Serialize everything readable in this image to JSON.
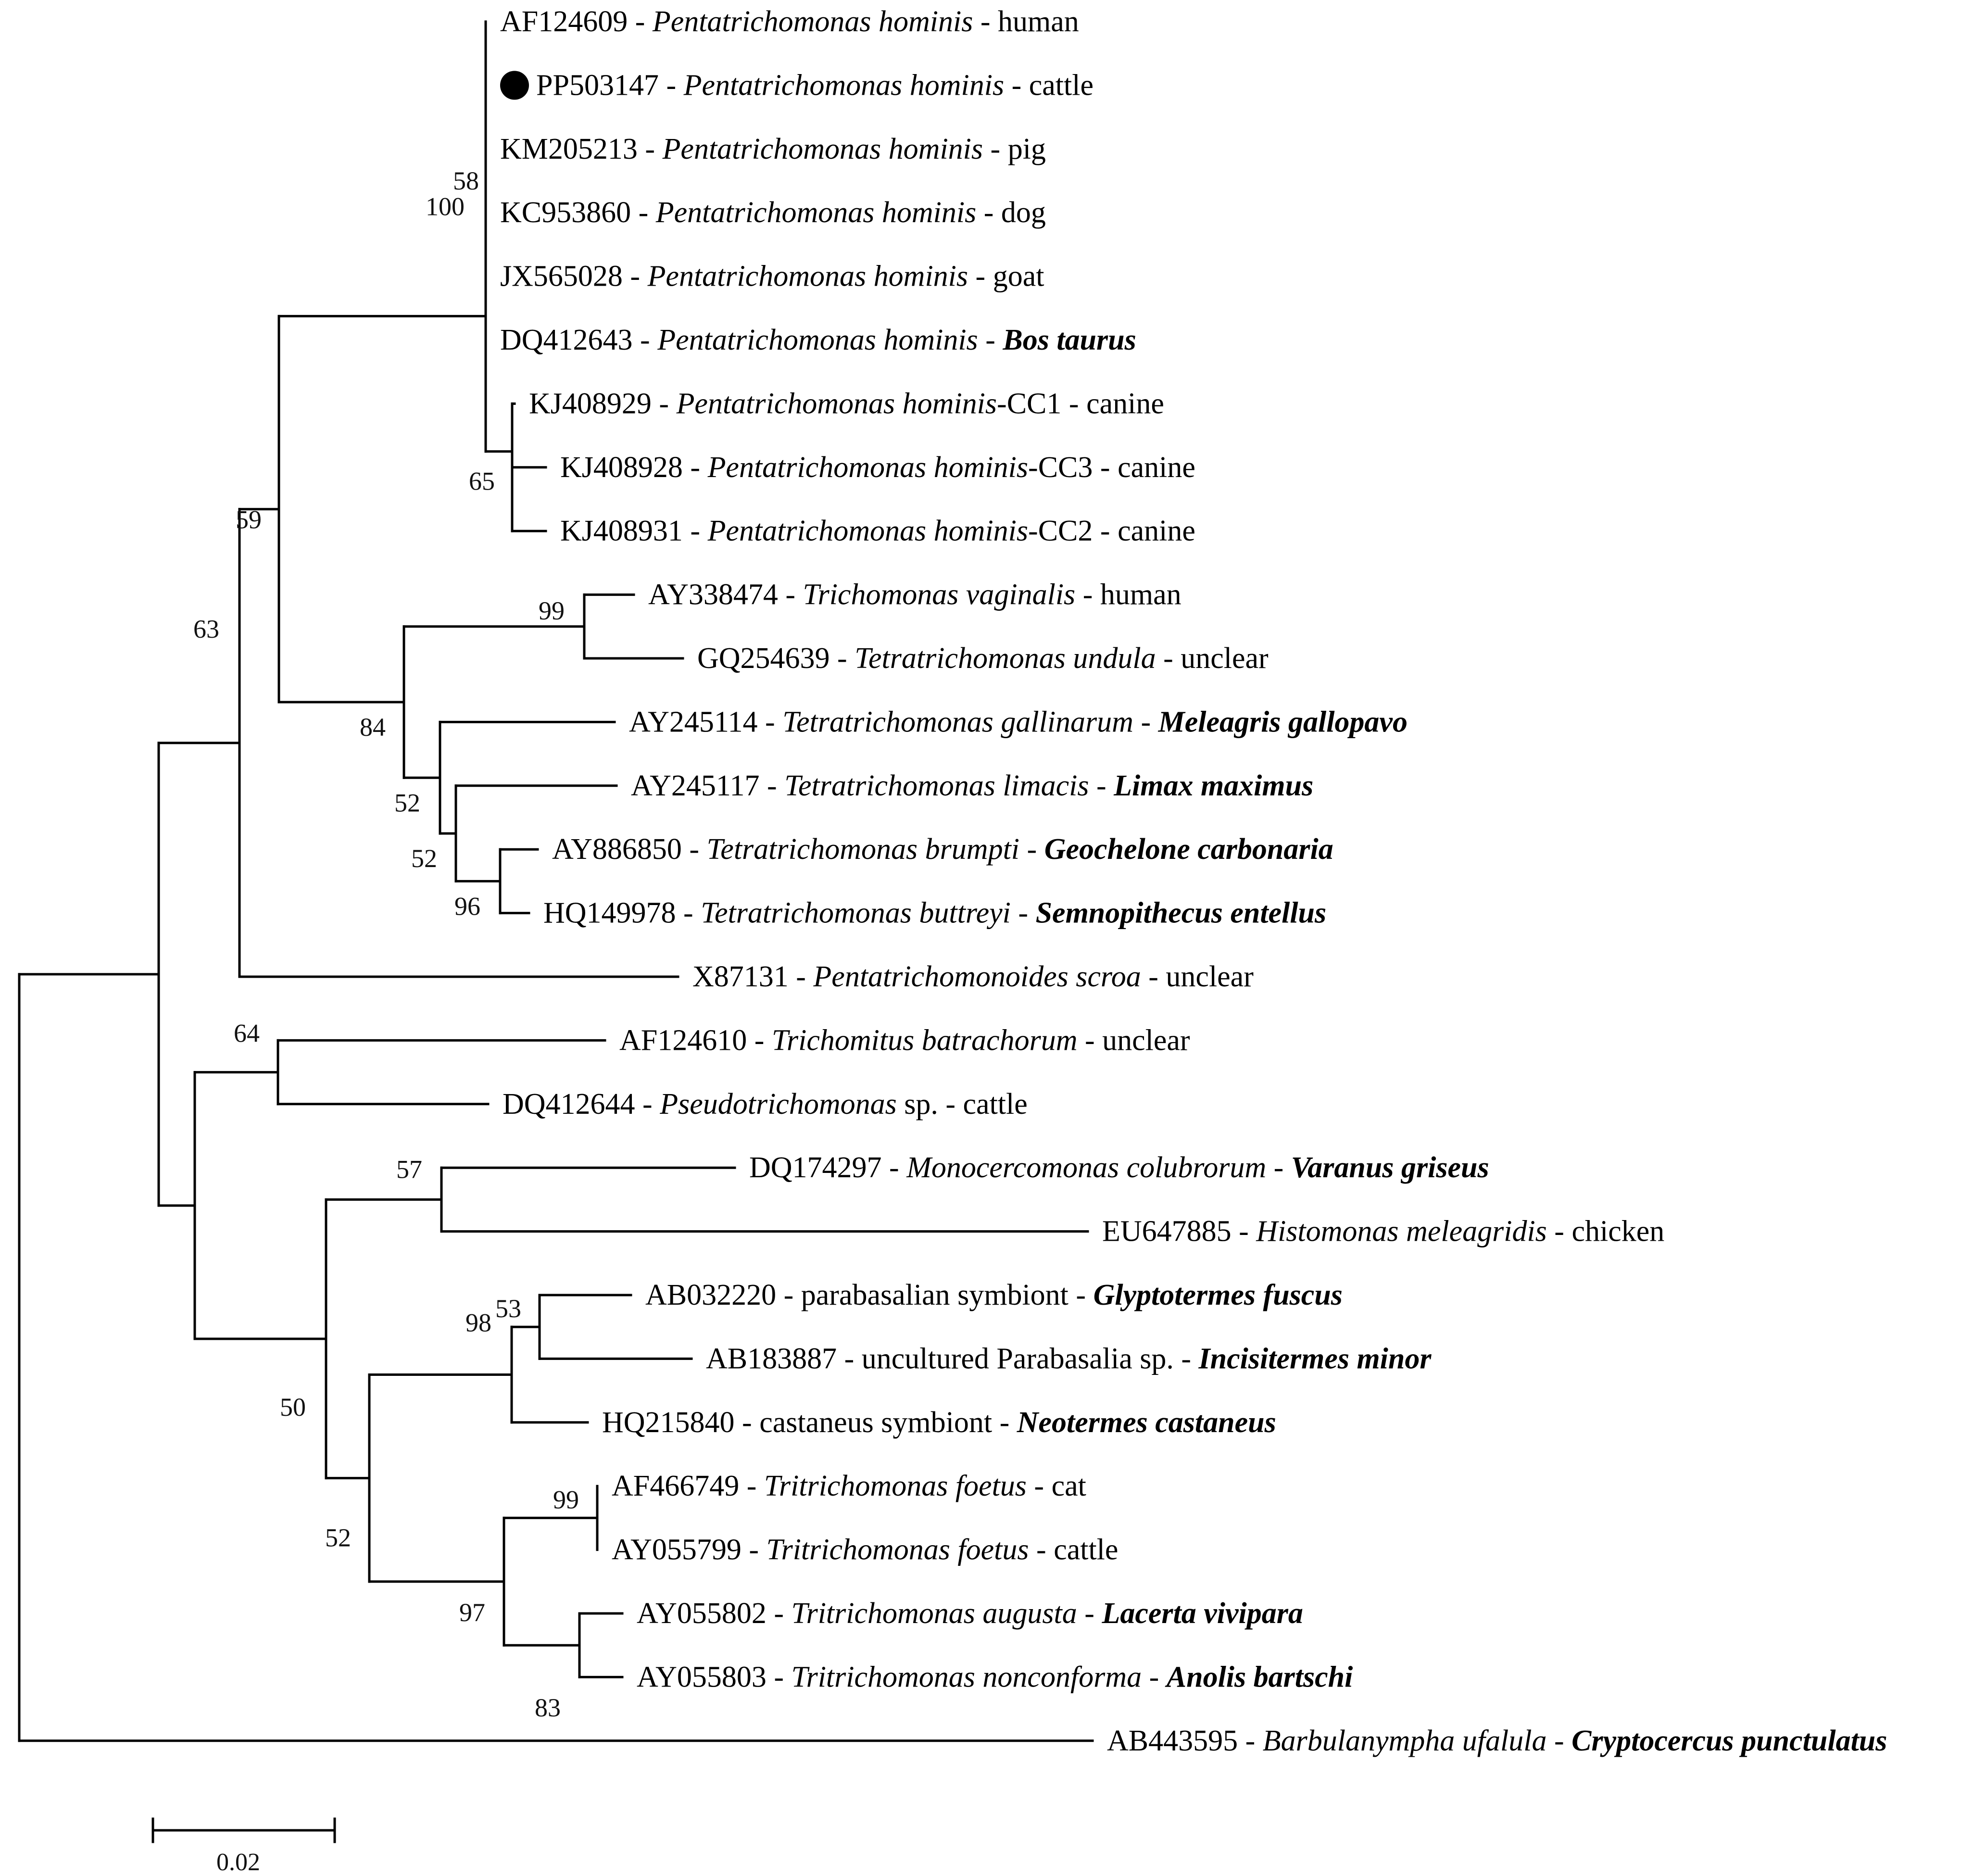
{
  "tree": {
    "taxa": [
      {
        "id": "t_AF124609",
        "accession": "AF124609",
        "organism": "Pentatrichomonas hominis",
        "suffix": "",
        "host": "human",
        "host_italic_bold": false,
        "marked": false
      },
      {
        "id": "t_PP503147",
        "accession": "PP503147",
        "organism": "Pentatrichomonas hominis",
        "suffix": "",
        "host": "cattle",
        "host_italic_bold": false,
        "marked": true
      },
      {
        "id": "t_KM205213",
        "accession": "KM205213",
        "organism": "Pentatrichomonas hominis",
        "suffix": "",
        "host": "pig",
        "host_italic_bold": false,
        "marked": false
      },
      {
        "id": "t_KC953860",
        "accession": "KC953860",
        "organism": "Pentatrichomonas hominis",
        "suffix": "",
        "host": "dog",
        "host_italic_bold": false,
        "marked": false
      },
      {
        "id": "t_JX565028",
        "accession": "JX565028",
        "organism": "Pentatrichomonas hominis",
        "suffix": "",
        "host": "goat",
        "host_italic_bold": false,
        "marked": false
      },
      {
        "id": "t_DQ412643",
        "accession": "DQ412643",
        "organism": "Pentatrichomonas hominis",
        "suffix": "",
        "host": "Bos taurus",
        "host_italic_bold": true,
        "marked": false
      },
      {
        "id": "t_KJ408929",
        "accession": "KJ408929",
        "organism": "Pentatrichomonas hominis",
        "suffix": "-CC1",
        "host": "canine",
        "host_italic_bold": false,
        "marked": false
      },
      {
        "id": "t_KJ408928",
        "accession": "KJ408928",
        "organism": "Pentatrichomonas hominis",
        "suffix": "-CC3",
        "host": "canine",
        "host_italic_bold": false,
        "marked": false
      },
      {
        "id": "t_KJ408931",
        "accession": "KJ408931",
        "organism": "Pentatrichomonas hominis",
        "suffix": "-CC2",
        "host": "canine",
        "host_italic_bold": false,
        "marked": false
      },
      {
        "id": "t_AY338474",
        "accession": "AY338474",
        "organism": "Trichomonas vaginalis",
        "suffix": "",
        "host": "human",
        "host_italic_bold": false,
        "marked": false
      },
      {
        "id": "t_GQ254639",
        "accession": "GQ254639",
        "organism": "Tetratrichomonas undula",
        "suffix": "",
        "host": "unclear",
        "host_italic_bold": false,
        "marked": false
      },
      {
        "id": "t_AY245114",
        "accession": "AY245114",
        "organism": "Tetratrichomonas gallinarum",
        "suffix": "",
        "host": "Meleagris gallopavo",
        "host_italic_bold": true,
        "marked": false
      },
      {
        "id": "t_AY245117",
        "accession": "AY245117",
        "organism": "Tetratrichomonas limacis",
        "suffix": "",
        "host": "Limax maximus",
        "host_italic_bold": true,
        "marked": false
      },
      {
        "id": "t_AY886850",
        "accession": "AY886850",
        "organism": "Tetratrichomonas brumpti",
        "suffix": "",
        "host": "Geochelone carbonaria",
        "host_italic_bold": true,
        "marked": false
      },
      {
        "id": "t_HQ149978",
        "accession": "HQ149978",
        "organism": "Tetratrichomonas buttreyi",
        "suffix": "",
        "host": "Semnopithecus entellus",
        "host_italic_bold": true,
        "marked": false
      },
      {
        "id": "t_X87131",
        "accession": "X87131",
        "organism": "Pentatrichomonoides scroa",
        "suffix": "",
        "host": "unclear",
        "host_italic_bold": false,
        "marked": false
      },
      {
        "id": "t_AF124610",
        "accession": "AF124610",
        "organism": "Trichomitus batrachorum",
        "suffix": "",
        "host": "unclear",
        "host_italic_bold": false,
        "marked": false
      },
      {
        "id": "t_DQ412644",
        "accession": "DQ412644",
        "organism": "Pseudotrichomonas",
        "suffix": " sp.",
        "host": "cattle",
        "host_italic_bold": false,
        "marked": false
      },
      {
        "id": "t_DQ174297",
        "accession": "DQ174297",
        "organism": "Monocercomonas colubrorum",
        "suffix": "",
        "host": "Varanus griseus",
        "host_italic_bold": true,
        "marked": false
      },
      {
        "id": "t_EU647885",
        "accession": "EU647885",
        "organism": "Histomonas meleagridis",
        "suffix": "",
        "host": "chicken",
        "host_italic_bold": false,
        "marked": false
      },
      {
        "id": "t_AB032220",
        "accession": "AB032220",
        "organism_plain": "parabasalian symbiont",
        "suffix": "",
        "host": "Glyptotermes fuscus",
        "host_italic_bold": true,
        "marked": false
      },
      {
        "id": "t_AB183887",
        "accession": "AB183887",
        "organism_plain": "uncultured Parabasalia sp.",
        "suffix": "",
        "host": "Incisitermes minor",
        "host_italic_bold": true,
        "marked": false
      },
      {
        "id": "t_HQ215840",
        "accession": "HQ215840",
        "organism_plain": "castaneus symbiont",
        "suffix": "",
        "host": "Neotermes castaneus",
        "host_italic_bold": true,
        "marked": false
      },
      {
        "id": "t_AF466749",
        "accession": "AF466749",
        "organism": "Tritrichomonas foetus",
        "suffix": "",
        "host": "cat",
        "host_italic_bold": false,
        "marked": false
      },
      {
        "id": "t_AY055799",
        "accession": "AY055799",
        "organism": "Tritrichomonas foetus",
        "suffix": "",
        "host": "cattle",
        "host_italic_bold": false,
        "marked": false
      },
      {
        "id": "t_AY055802",
        "accession": "AY055802",
        "organism": "Tritrichomonas augusta",
        "suffix": "",
        "host": "Lacerta vivipara",
        "host_italic_bold": true,
        "marked": false
      },
      {
        "id": "t_AY055803",
        "accession": "AY055803",
        "organism": "Tritrichomonas nonconforma",
        "suffix": "",
        "host": "Anolis bartschi",
        "host_italic_bold": true,
        "marked": false
      },
      {
        "id": "t_AB443595",
        "accession": "AB443595",
        "organism": "Barbulanympha ufalula",
        "suffix": "",
        "host": "Cryptocercus punctulatus",
        "host_italic_bold": true,
        "marked": false
      }
    ],
    "support_values": {
      "n_ph_core": "58",
      "n_ph_all": "100",
      "n_canine": "65",
      "n_ph_tetra": "59",
      "n_tv_tu": "99",
      "n_tetra_group": "84",
      "n_tetra_sub": "52",
      "n_tetra_sub2": "52",
      "n_brumpti": "96",
      "n_ingroup_a": "63",
      "n_tricho": "64",
      "n_mono_histo": "57",
      "n_sym_53": "53",
      "n_sym_98": "98",
      "n_lower": "50",
      "n_trich_all": "52",
      "n_foetus": "99",
      "n_trit": "97",
      "n_aug": "83"
    },
    "scale_bar": {
      "label": "0.02"
    },
    "separator": " - "
  }
}
